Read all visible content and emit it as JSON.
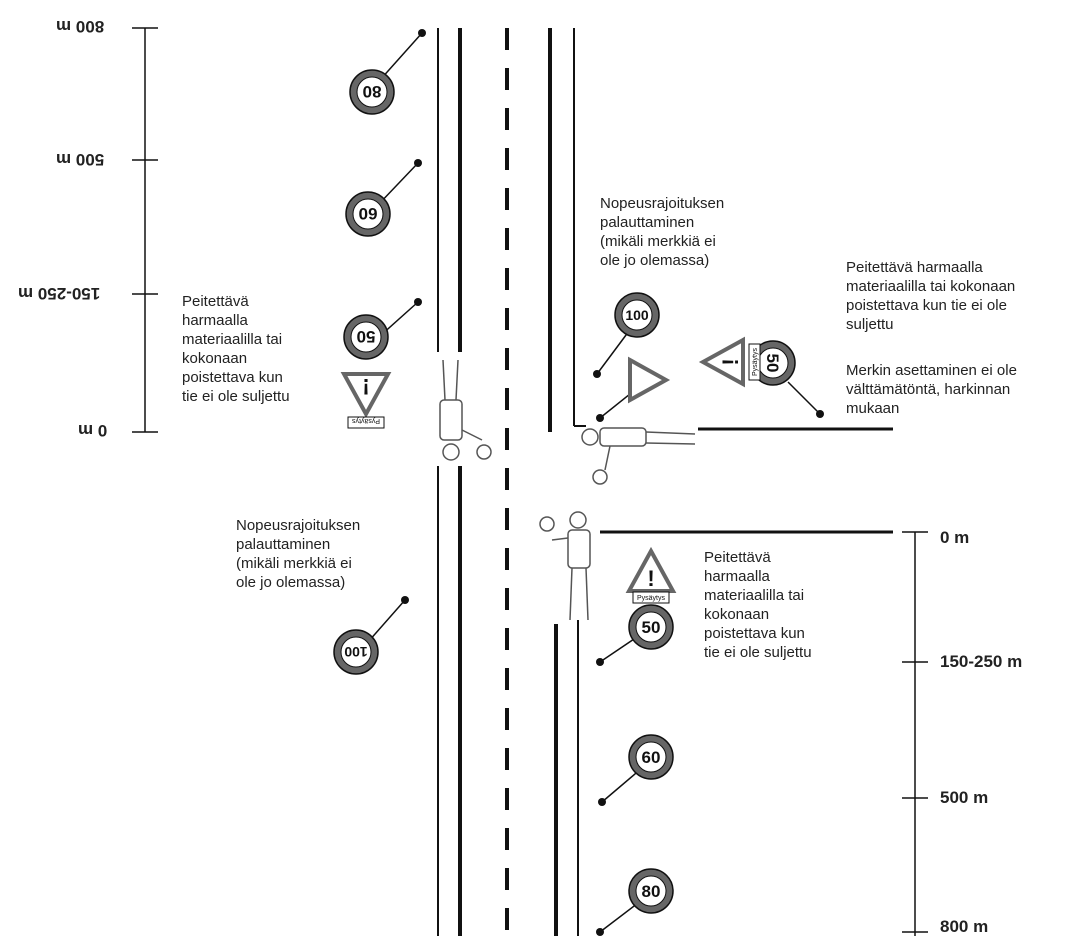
{
  "left_scale": {
    "labels": [
      "800 m",
      "500 m",
      "150-250 m",
      "0 m"
    ]
  },
  "right_scale": {
    "labels": [
      "0 m",
      "150-250 m",
      "500 m",
      "800 m"
    ]
  },
  "signs": {
    "left_speed_80": "80",
    "left_speed_60": "60",
    "left_speed_50": "50",
    "left_speed_100": "100",
    "top_speed_100": "100",
    "top_speed_50": "50",
    "right_speed_50": "50",
    "right_speed_60": "60",
    "right_speed_80": "80",
    "stop_plate": "Pysäytys"
  },
  "notes": {
    "left_cover": "Peitettävä\nharmaalla\nmateriaalilla tai\nkokonaan\npoistettava kun\ntie ei ole suljettu",
    "left_restore": "Nopeusrajoituksen\npalauttaminen\n(mikäli merkkiä ei\nole jo olemassa)",
    "top_restore": "Nopeusrajoituksen\npalauttaminen\n(mikäli merkkiä ei\nole jo olemassa)",
    "right_cover": "Peitettävä harmaalla\nmateriaalilla tai kokonaan\npoistettava kun tie ei ole\nsuljettu",
    "right_optional": "Merkin asettaminen ei ole\nvälttämätöntä, harkinnan\nmukaan",
    "bottom_cover": "Peitettävä\nharmaalla\nmateriaalilla tai\nkokonaan\npoistettava kun\ntie ei ole suljettu"
  }
}
